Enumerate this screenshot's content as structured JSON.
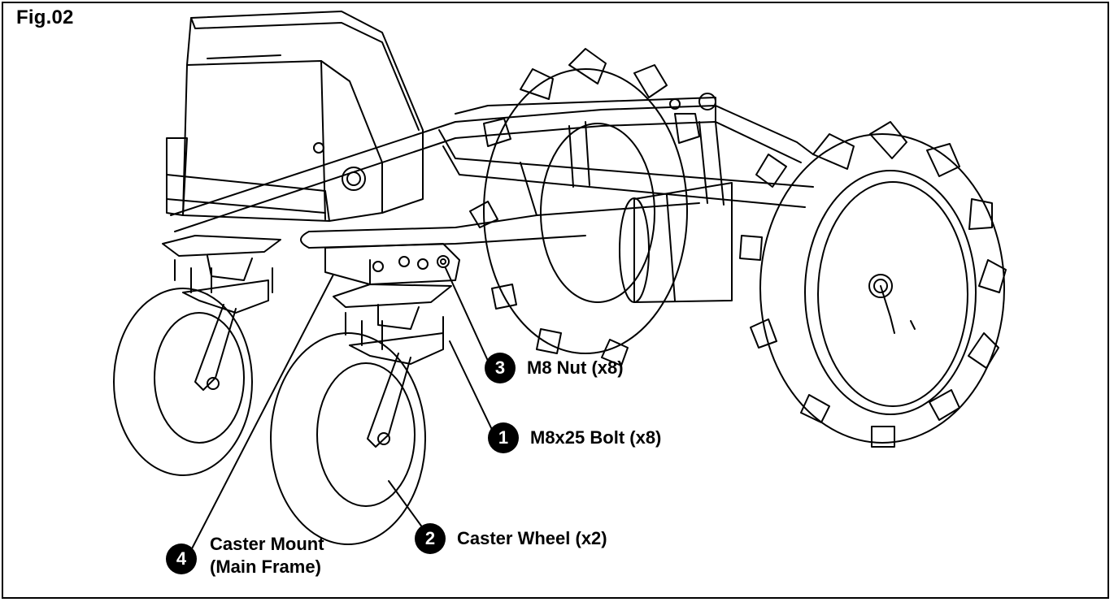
{
  "figure": {
    "title": "Fig.02"
  },
  "callouts": [
    {
      "number": "3",
      "label": "M8 Nut (x8)"
    },
    {
      "number": "1",
      "label": "M8x25 Bolt (x8)"
    },
    {
      "number": "2",
      "label": "Caster Wheel (x2)"
    },
    {
      "number": "4",
      "label_line1": "Caster Mount",
      "label_line2": "(Main Frame)"
    }
  ],
  "colors": {
    "line": "#000000",
    "background": "#ffffff",
    "badge": "#000000",
    "badge_text": "#ffffff"
  }
}
